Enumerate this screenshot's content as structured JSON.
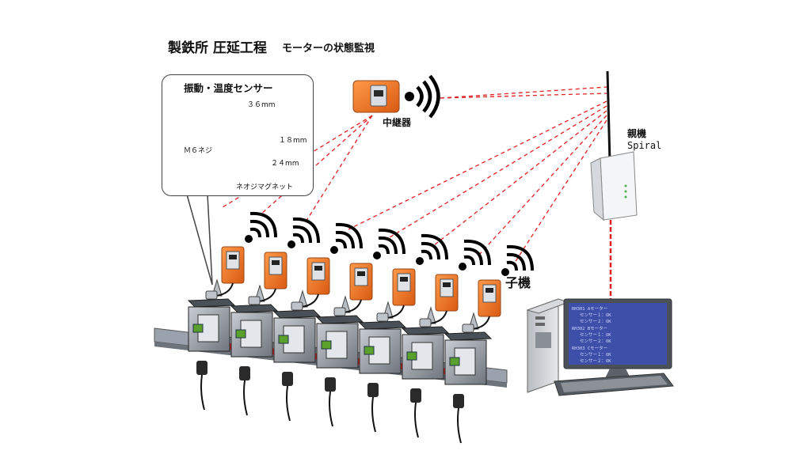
{
  "title": "製鉄所 圧延工程",
  "subtitle": "モーターの状態監視",
  "callout": {
    "heading": "振動・温度センサー",
    "dim_width": "３６mm",
    "dim_height": "１８mm",
    "dim_depth": "２４mm",
    "screw_label": "Ｍ６ネジ",
    "magnet_label": "ネオジマグネット"
  },
  "repeater": {
    "label": "中継器"
  },
  "base_station": {
    "label_line1": "親機",
    "label_line2": "Spiral"
  },
  "child_units": {
    "label": "子機"
  },
  "pc_screen": {
    "blocks": [
      {
        "header": "RH301 Aモーター",
        "line1": "センサー１：OK",
        "line2": "センサー２：OK"
      },
      {
        "header": "RH302 Bモーター",
        "line1": "センサー１：OK",
        "line2": "センサー２：OK"
      },
      {
        "header": "RH303 Cモーター",
        "line1": "センサー１：OK",
        "line2": "センサー２：OK"
      }
    ]
  },
  "colors": {
    "sensor_orange": "#f07a2a",
    "link_red": "#e02020",
    "screen_blue": "#3d4fa8",
    "conveyor_red": "#e52222"
  }
}
